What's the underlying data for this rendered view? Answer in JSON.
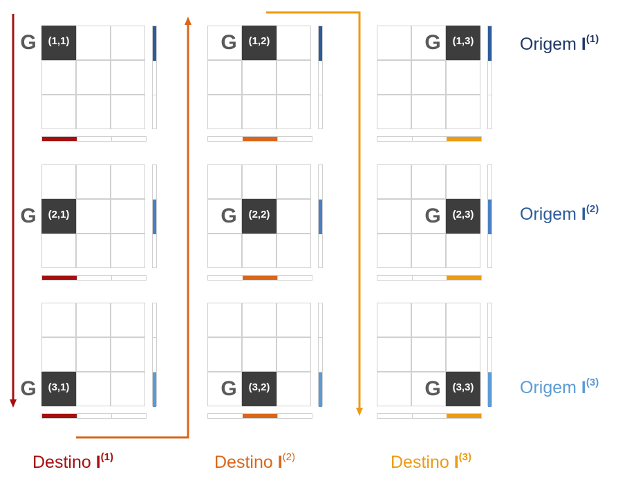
{
  "grid_symbol": "G",
  "cells": [
    {
      "label": "(1,1)"
    },
    {
      "label": "(1,2)"
    },
    {
      "label": "(1,3)"
    },
    {
      "label": "(2,1)"
    },
    {
      "label": "(2,2)"
    },
    {
      "label": "(2,3)"
    },
    {
      "label": "(3,1)"
    },
    {
      "label": "(3,2)"
    },
    {
      "label": "(3,3)"
    }
  ],
  "origins": [
    {
      "text": "Origem ",
      "symbol": "I",
      "sup": "(1)",
      "color": "#1f3864"
    },
    {
      "text": "Origem ",
      "symbol": "I",
      "sup": "(2)",
      "color": "#2e5b9a"
    },
    {
      "text": "Origem ",
      "symbol": "I",
      "sup": "(3)",
      "color": "#5b9bd5"
    }
  ],
  "destinations": [
    {
      "text": "Destino ",
      "symbol": "I",
      "sup": "(1)",
      "color": "#a50f0f"
    },
    {
      "text": "Destino ",
      "symbol": "I",
      "sup": "(2)",
      "color": "#d9661a"
    },
    {
      "text": "Destino ",
      "symbol": "I",
      "sup": "(3)",
      "color": "#eb9b14"
    }
  ],
  "colors": {
    "origin_bars": [
      "#2e5b9a",
      "#4a7fc4",
      "#5b9bd5"
    ],
    "dest_bars": [
      "#a50f0f",
      "#d9661a",
      "#eb9b14"
    ],
    "arrows": [
      "#a50f0f",
      "#d9661a",
      "#eb9b14"
    ],
    "active_cell": "#3d3d3d",
    "grid_line": "#d0d0d0"
  }
}
